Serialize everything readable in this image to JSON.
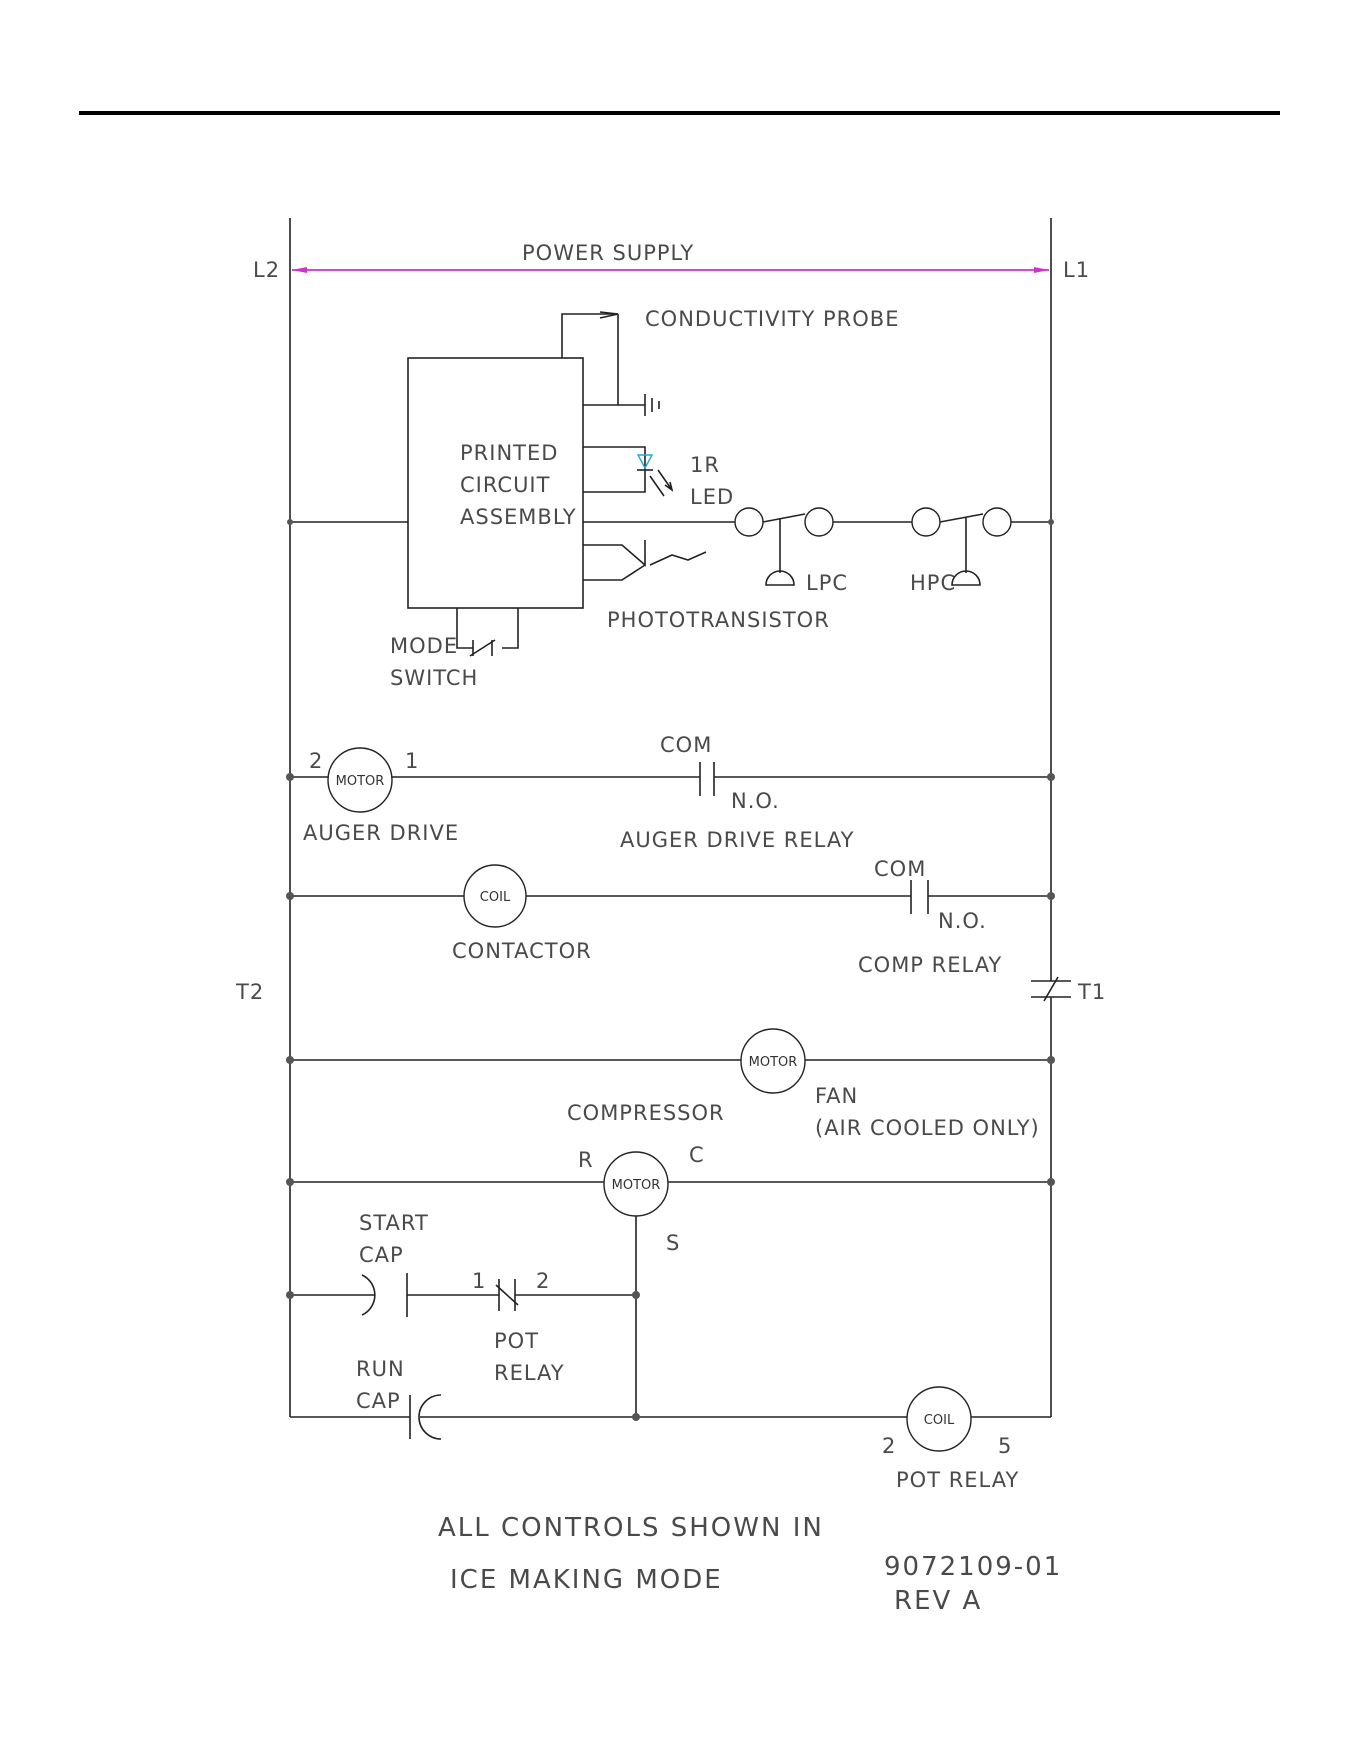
{
  "labels": {
    "L2": "L2",
    "L1": "L1",
    "power_supply": "POWER SUPPLY",
    "conductivity_probe": "CONDUCTIVITY PROBE",
    "pca_line1": "PRINTED",
    "pca_line2": "CIRCUIT",
    "pca_line3": "ASSEMBLY",
    "ir": "1R",
    "led": "LED",
    "lpc": "LPC",
    "hpc": "HPC",
    "phototransistor": "PHOTOTRANSISTOR",
    "mode": "MODE",
    "switch": "SWITCH",
    "motor": "MOTOR",
    "coil": "COIL",
    "auger_pin2": "2",
    "auger_pin1": "1",
    "auger_drive": "AUGER DRIVE",
    "com": "COM",
    "no": "N.O.",
    "auger_drive_relay": "AUGER DRIVE RELAY",
    "contactor": "CONTACTOR",
    "comp_relay": "COMP RELAY",
    "T2": "T2",
    "T1": "T1",
    "fan": "FAN",
    "air_cooled": "(AIR COOLED ONLY)",
    "compressor": "COMPRESSOR",
    "r": "R",
    "c": "C",
    "s": "S",
    "start": "START",
    "cap": "CAP",
    "pot_pin1": "1",
    "pot_pin2": "2",
    "pot": "POT",
    "relay": "RELAY",
    "run": "RUN",
    "coil_pin2": "2",
    "coil_pin5": "5",
    "pot_relay": "POT RELAY",
    "note1": "ALL CONTROLS SHOWN IN",
    "note2": "ICE MAKING MODE",
    "drawing_number": "9072109-01",
    "revision": "REV A"
  },
  "colors": {
    "power_supply_line": "#cc33cc",
    "led_accent": "#22aacc"
  }
}
